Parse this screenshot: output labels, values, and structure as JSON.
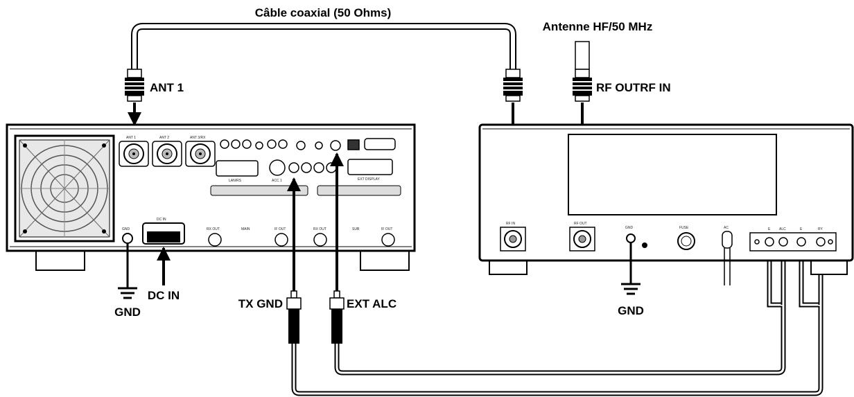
{
  "labels": {
    "coax_cable": "Câble coaxial (50 Ohms)",
    "antenna": "Antenne HF/50 MHz",
    "ant1": "ANT 1",
    "rf_out_in": "RF OUTRF IN",
    "dc_in": "DC IN",
    "gnd_left": "GND",
    "tx_gnd": "TX GND",
    "ext_alc": "EXT ALC",
    "gnd_right": "GND"
  },
  "transceiver_panel": {
    "ant_1": "ANT 1",
    "ant_2": "ANT 2",
    "ant_3": "ANT 3/RX",
    "dc_in": "DC IN",
    "gnd": "GND",
    "lan": "LAN/RS",
    "acc": "ACC 1",
    "ext_display": "EXT DISPLAY",
    "rx_out_1": "RX OUT",
    "rx_out_2": "RX OUT",
    "if_out_1": "IF OUT",
    "if_out_2": "IF OUT",
    "main": "MAIN",
    "sub": "SUB"
  },
  "amplifier_panel": {
    "rf_in": "RF IN",
    "rf_out": "RF OUT",
    "gnd": "GND",
    "fuse": "FUSE",
    "ac": "AC",
    "e1": "E",
    "alc": "ALC",
    "e2": "E",
    "ry": "RY"
  }
}
